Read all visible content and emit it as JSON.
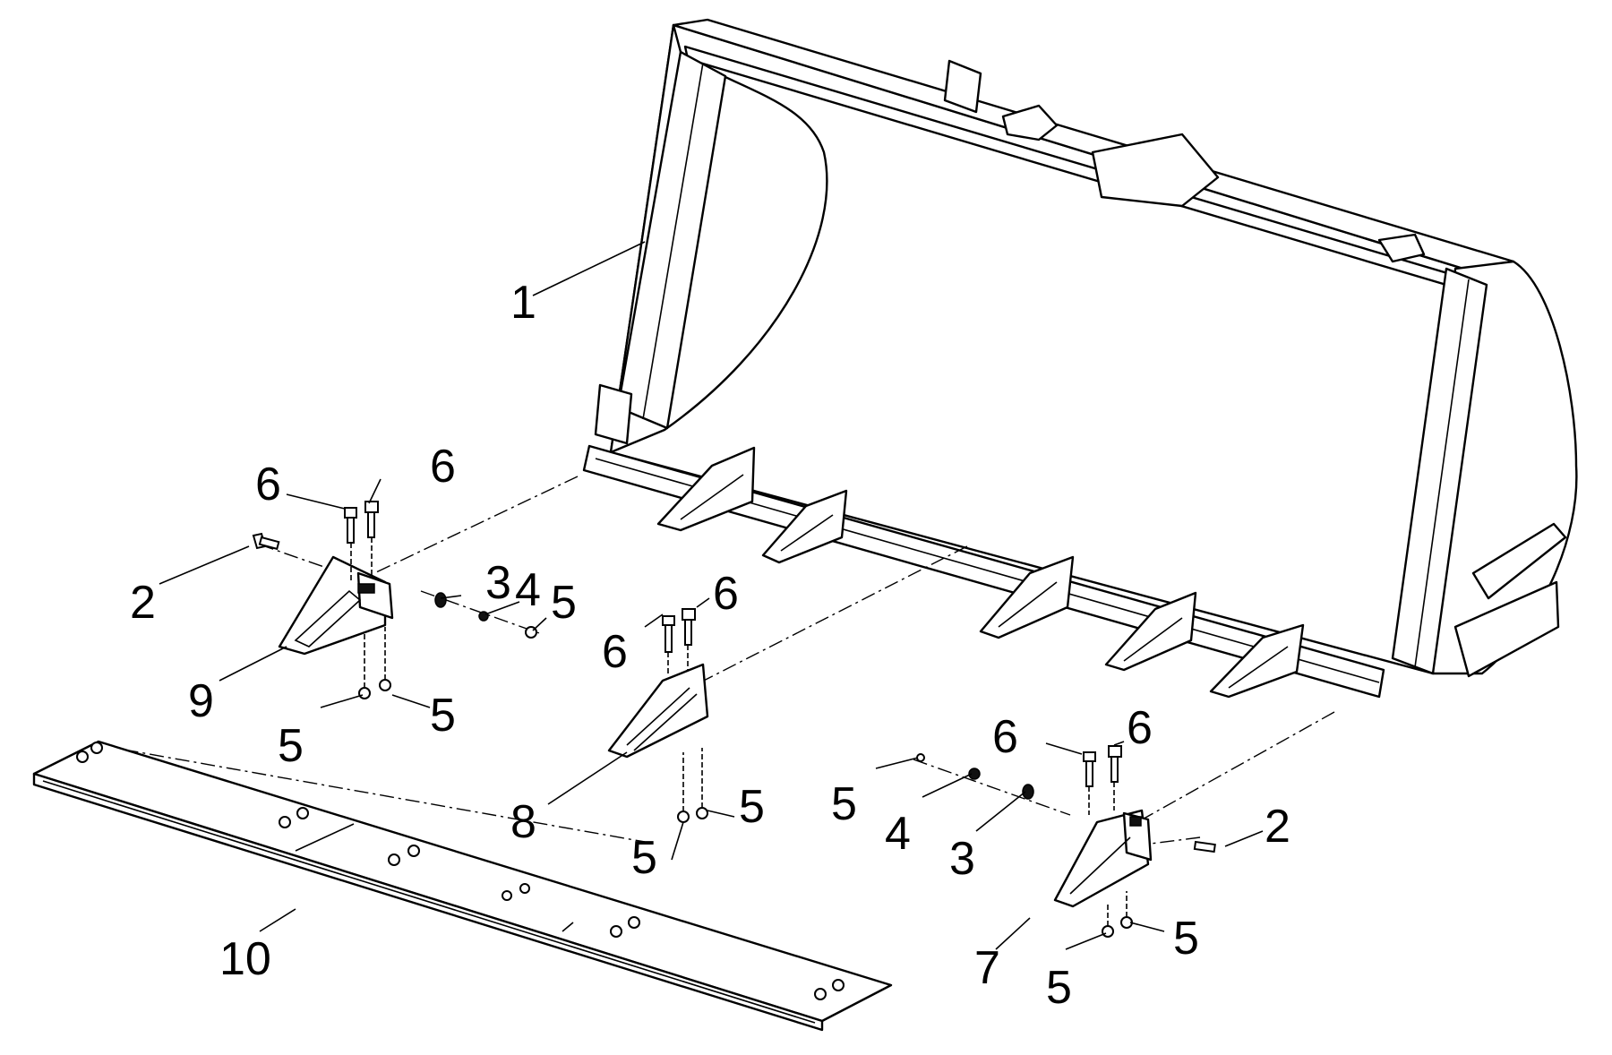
{
  "diagram": {
    "background": "#ffffff",
    "line_color": "#000000",
    "labels": [
      "1",
      "2",
      "6",
      "6",
      "3",
      "4",
      "5",
      "9",
      "5",
      "5",
      "6",
      "6",
      "8",
      "5",
      "5",
      "10",
      "6",
      "6",
      "5",
      "4",
      "3",
      "2",
      "7",
      "5",
      "5"
    ]
  }
}
